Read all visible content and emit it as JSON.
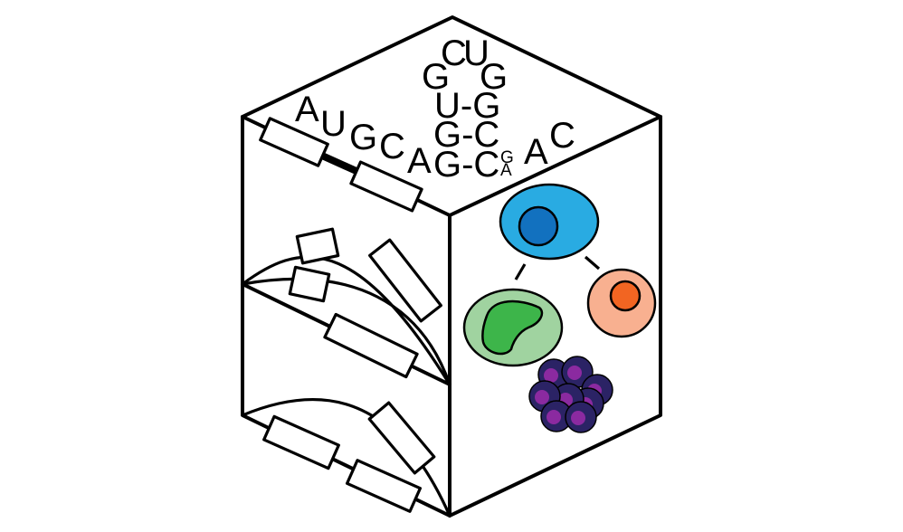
{
  "rna": {
    "loop_c": "C",
    "loop_u": "U",
    "loop_g_left": "G",
    "loop_g_right": "G",
    "pair1": "U-G",
    "pair2": "G-C",
    "pair3": "G-C",
    "a1": "A",
    "u1": "U",
    "g1": "G",
    "c1": "C",
    "a2": "A",
    "bulge_top": "G",
    "bulge_bottom": "A",
    "a3": "A",
    "c2": "C"
  },
  "colors": {
    "stem_cell": "#29abe2",
    "stem_nucleus": "#1271bf",
    "myeloid_cell": "#a0d3a0",
    "myeloid_nucleus": "#3db54a",
    "lymphoid_cell": "#f8b090",
    "lymphoid_nucleus": "#f26522",
    "cluster_cell": "#2b2365",
    "cluster_nucleus": "#8b2aa0"
  }
}
